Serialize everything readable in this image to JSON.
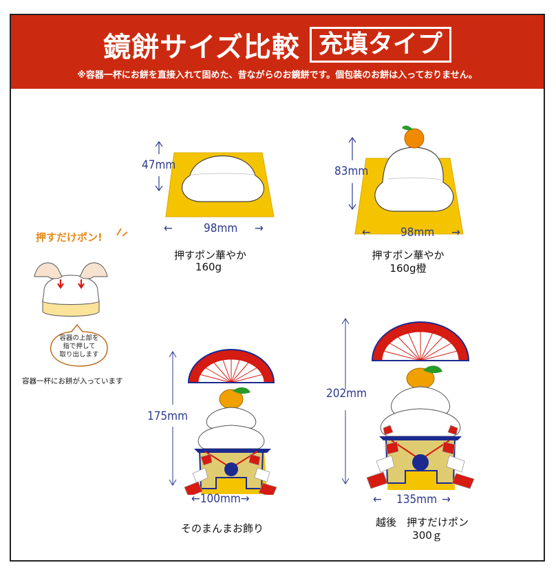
{
  "header": {
    "title": "鏡餅サイズ比較",
    "type_label": "充填タイプ",
    "note": "※容器一杯にお餅を直接入れて固めた、昔ながらのお鏡餅です。個包装のお餅は入っておりません。"
  },
  "side_panel": {
    "catch": "押すだけポン!",
    "bubble_line1": "容器の上部を",
    "bubble_line2": "指で押して",
    "bubble_line3": "取り出します",
    "caption": "容器一杯にお餅が入っています"
  },
  "products": [
    {
      "name": "押すポン華やか",
      "weight": "160g",
      "height": "47mm",
      "width": "98mm"
    },
    {
      "name": "押すポン華やか",
      "weight": "160g橙",
      "height": "83mm",
      "width": "98mm"
    },
    {
      "name": "そのまんまお飾り",
      "height": "175mm",
      "width": "←100mm→"
    },
    {
      "name_prefix": "越後",
      "name": "押すだけポン",
      "weight": "300ｇ",
      "height": "202mm",
      "width": "135mm"
    }
  ],
  "colors": {
    "banner": "#cc2a10",
    "gold": "#f5c400",
    "navy": "#1c2a8f",
    "red": "#d51b12",
    "orange": "#f08a00"
  }
}
